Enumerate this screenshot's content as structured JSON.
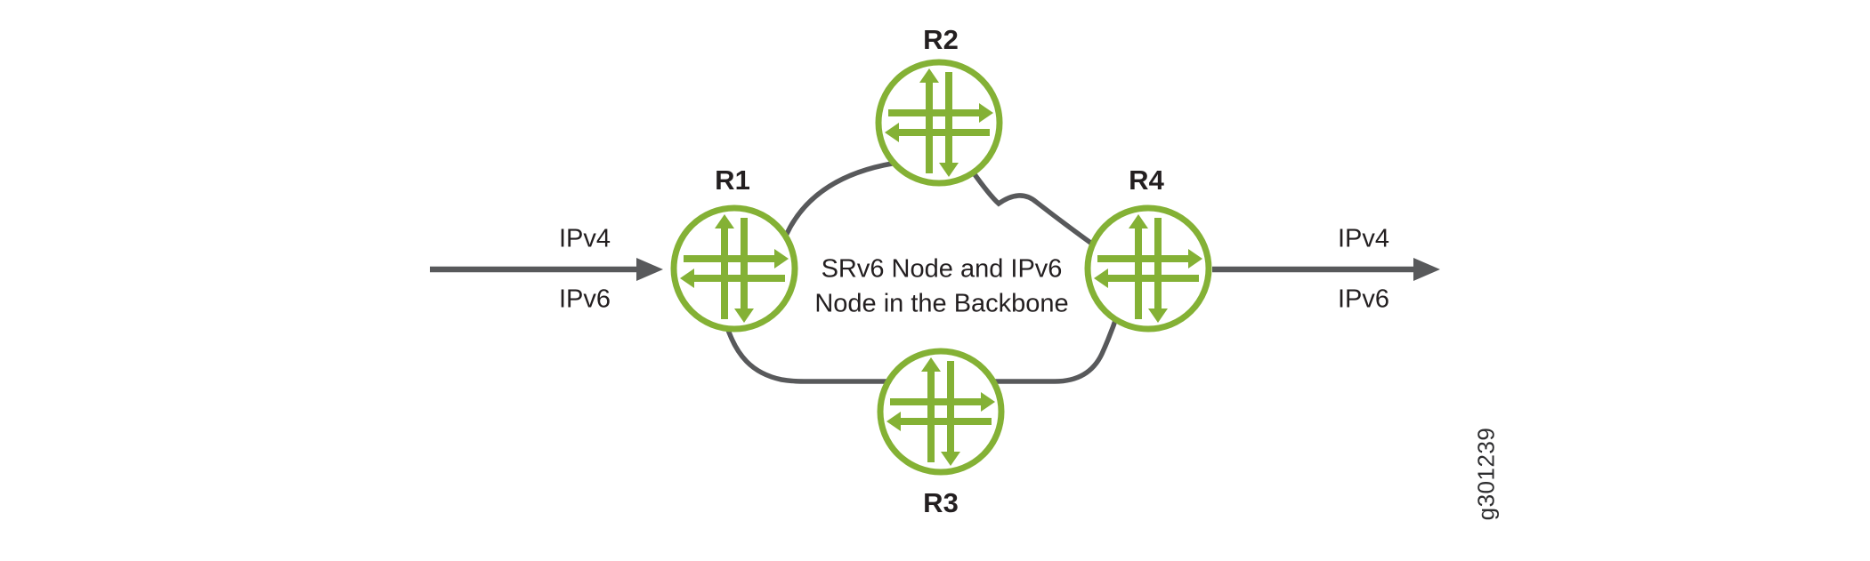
{
  "figure": {
    "figure_id": "g301239",
    "caption": {
      "line1": "SRv6 Node and IPv6",
      "line2": "Node in the Backbone"
    },
    "colors": {
      "router_green": "#84b135",
      "line_gray": "#58595b",
      "text_black": "#231f20"
    }
  },
  "routers": [
    {
      "label": "R1"
    },
    {
      "label": "R2"
    },
    {
      "label": "R3"
    },
    {
      "label": "R4"
    }
  ],
  "flows": {
    "ingress": {
      "ipv4_label": "IPv4",
      "ipv6_label": "IPv6"
    },
    "egress": {
      "ipv4_label": "IPv4",
      "ipv6_label": "IPv6"
    }
  }
}
